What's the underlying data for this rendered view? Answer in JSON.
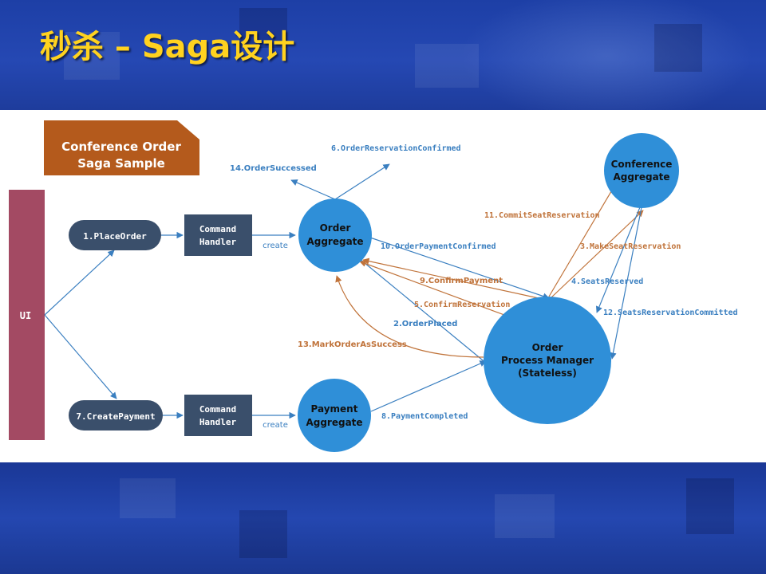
{
  "slide": {
    "title": "秒杀 – Saga设计"
  },
  "diagram": {
    "badge": {
      "line1": "Conference Order",
      "line2": "Saga Sample"
    },
    "ui_label": "UI",
    "commands": {
      "place_order": "1.PlaceOrder",
      "create_payment": "7.CreatePayment"
    },
    "handlers": {
      "top": {
        "line1": "Command",
        "line2": "Handler",
        "create": "create"
      },
      "bottom": {
        "line1": "Command",
        "line2": "Handler",
        "create": "create"
      }
    },
    "nodes": {
      "order_aggregate": {
        "line1": "Order",
        "line2": "Aggregate"
      },
      "payment_aggregate": {
        "line1": "Payment",
        "line2": "Aggregate"
      },
      "conference_aggregate": {
        "line1": "Conference",
        "line2": "Aggregate"
      },
      "process_manager": {
        "line1": "Order",
        "line2": "Process Manager",
        "line3": "(Stateless)"
      }
    },
    "messages": {
      "m2": "2.OrderPlaced",
      "m3": "3.MakeSeatReservation",
      "m4": "4.SeatsReserved",
      "m5": "5.ConfirmReservation",
      "m6": "6.OrderReservationConfirmed",
      "m8": "8.PaymentCompleted",
      "m9": "9.ConfirmPayment",
      "m10": "10.OrderPaymentConfirmed",
      "m11": "11.CommitSeatReservation",
      "m12": "12.SeatsReservationCommitted",
      "m13": "13.MarkOrderAsSuccess",
      "m14": "14.OrderSuccessed"
    },
    "colors": {
      "navy": "#3a4f6b",
      "node_blue": "#2f8fd8",
      "arrow_blue": "#3a7fc0",
      "arrow_orange": "#c0733a",
      "badge_orange": "#b45a1c",
      "ui_bar": "#a34a63",
      "title_yellow": "#ffd21f"
    }
  }
}
